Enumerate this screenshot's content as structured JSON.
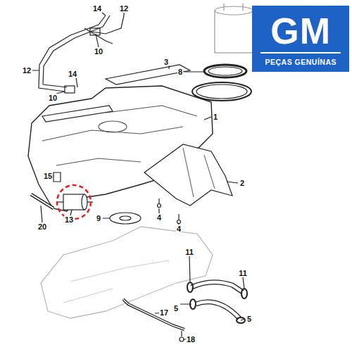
{
  "diagram": {
    "nodes": [
      {
        "text": [
          "GM",
          "PEÇAS GENUÍNAS"
        ]
      }
    ],
    "labels": [
      "14",
      "12",
      "10",
      "12",
      "14",
      "10",
      "3",
      "8",
      "1",
      "2",
      "15",
      "4",
      "4",
      "9",
      "13",
      "20",
      "11",
      "11",
      "5",
      "5",
      "17",
      "18"
    ]
  }
}
